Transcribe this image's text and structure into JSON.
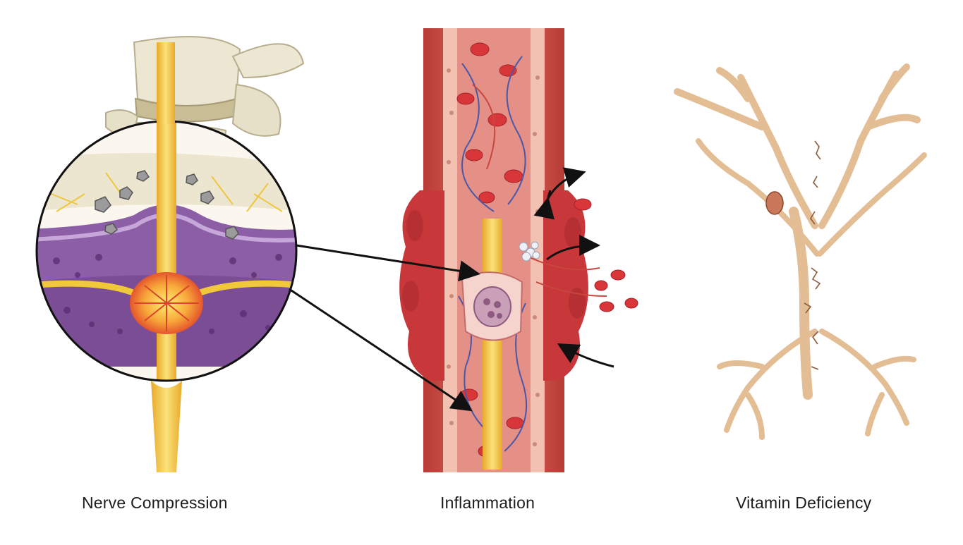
{
  "panels": [
    {
      "label": "Nerve Compression"
    },
    {
      "label": "Inflammation"
    },
    {
      "label": "Vitamin Deficiency"
    }
  ],
  "colors": {
    "nerve_yellow": "#f2c83b",
    "nerve_orange": "#f0a23a",
    "bone": "#e8e3cf",
    "disc_purple": "#9a6fb0",
    "vessel_red": "#c8463f",
    "tissue_pink": "#f3c1b1",
    "blood_cell": "#d9363a",
    "vein_blue": "#4a58a8",
    "dry_nerve_tan": "#e6c29a",
    "arrow": "#111111"
  }
}
